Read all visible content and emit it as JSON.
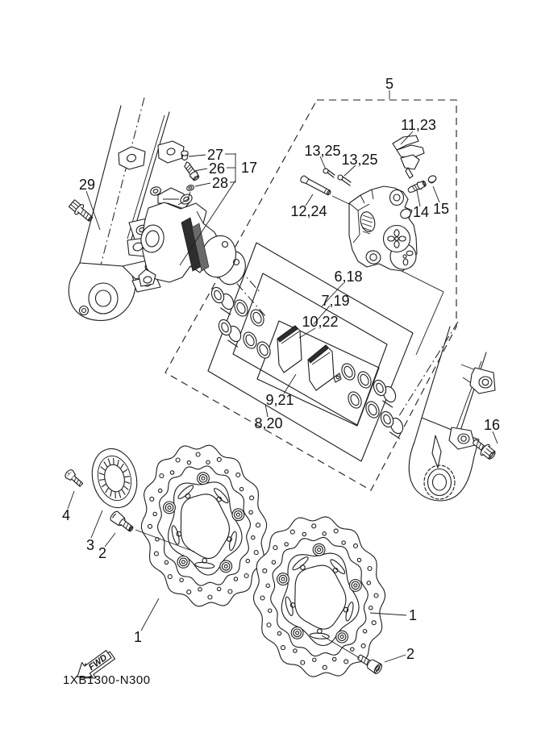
{
  "diagram": {
    "drawing_code": "1XB1300-N300",
    "description": "Front brake caliper exploded parts diagram"
  },
  "fwd_arrow": {
    "label": "FWD"
  },
  "colors": {
    "line": "#1c1c1c",
    "background": "#ffffff",
    "dark_fill": "#2e2e2e"
  },
  "callouts": {
    "c5": "5",
    "c29": "29",
    "c27": "27",
    "c26": "26",
    "c28": "28",
    "c17": "17",
    "c11_23": "11,23",
    "c13_25a": "13,25",
    "c13_25b": "13,25",
    "c12_24": "12,24",
    "c14": "14",
    "c15": "15",
    "c6_18": "6,18",
    "c7_19": "7,19",
    "c10_22": "10,22",
    "c9_21": "9,21",
    "c8_20": "8,20",
    "c16": "16",
    "c4": "4",
    "c3": "3",
    "c2a": "2",
    "c1a": "1",
    "c1b": "1",
    "c2b": "2"
  }
}
